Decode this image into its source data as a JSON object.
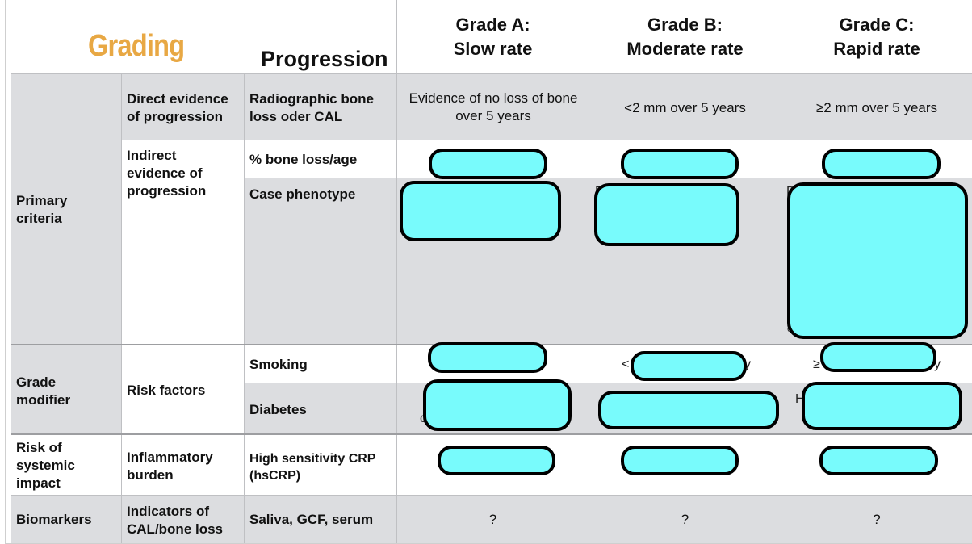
{
  "title": "Grading",
  "progression": "Progression",
  "grades": [
    {
      "line1": "Grade A:",
      "line2": "Slow rate",
      "color": "#86fb6a"
    },
    {
      "line1": "Grade B:",
      "line2": "Moderate rate",
      "color": "#fffd8c"
    },
    {
      "line1": "Grade C:",
      "line2": "Rapid rate",
      "color": "#e8412b"
    }
  ],
  "rows": {
    "primary_criteria": "Primary criteria",
    "direct_evidence": "Direct evidence of progression",
    "radiographic": "Radiographic bone loss oder CAL",
    "direct_values": [
      "Evidence of no loss of bone over 5 years",
      "<2 mm over 5 years",
      "≥2 mm over 5 years"
    ],
    "indirect_evidence": "Indirect evidence of progression",
    "bone_loss_age": "% bone loss/age",
    "case_phenotype": "Case phenotype",
    "grade_modifier": "Grade modifier",
    "risk_factors": "Risk factors",
    "smoking": "Smoking",
    "diabetes": "Diabetes",
    "risk_systemic": "Risk of systemic impact",
    "inflammatory_burden": "Inflammatory burden",
    "hscrp": "High sensitivity CRP (hsCRP)",
    "biomarkers": "Biomarkers",
    "indicators": "Indicators of CAL/bone loss",
    "saliva": "Saliva, GCF, serum",
    "biomarker_values": [
      "?",
      "?",
      "?"
    ]
  },
  "fragments": {
    "b_phenotype": "D",
    "c_phenotype": "D",
    "c_phenotype_bottom": "c",
    "b_smoking": "<",
    "b_smoking_end": "y",
    "c_smoking": "≥",
    "c_smoking_end": "y",
    "a_diabetes": "c",
    "c_diabetes": "H"
  },
  "colors": {
    "redaction_fill": "#78fbfc",
    "title": "#e8a844",
    "row_gray": "#dcdde0"
  }
}
